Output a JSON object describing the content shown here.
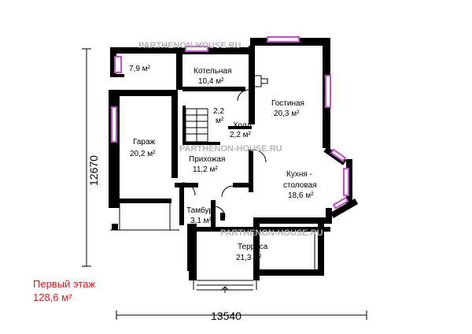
{
  "watermark": "PARTHENON-HOUSE.RU",
  "dimensions": {
    "height": "12670",
    "width": "13540"
  },
  "rooms": {
    "small_room": {
      "area": "7,9 м²"
    },
    "boiler": {
      "name": "Котельная",
      "area": "10,4 м²"
    },
    "living": {
      "name": "Гостиная",
      "area": "20,3 м²"
    },
    "stairs": {
      "area_a": "2,2",
      "area_b": "м²"
    },
    "hall": {
      "name": "Холл",
      "area": "2,2 м²"
    },
    "garage": {
      "name": "Гараж",
      "area": "20,2 м²"
    },
    "entrance_hall": {
      "name": "Прихожая",
      "area": "11,2 м²"
    },
    "kitchen": {
      "name_line1": "Кухня -",
      "name_line2": "столовая",
      "area": "18,6 м²"
    },
    "vestibule": {
      "name": "Тамбур",
      "area": "3,1 м²"
    },
    "terrace": {
      "name": "Терраса",
      "area": "21,3 м²"
    }
  },
  "floor_summary": {
    "title": "Первый этаж",
    "area": "128,6 м²"
  },
  "colors": {
    "wall": "#000000",
    "window": "#c04fc8",
    "summary_text": "#e0101a"
  }
}
